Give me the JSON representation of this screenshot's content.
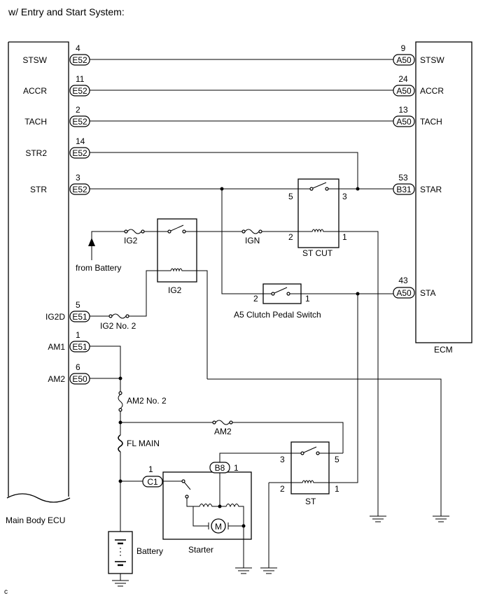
{
  "header": "w/ Entry and Start System:",
  "corner_mark": "c",
  "components": {
    "main_body_ecu": "Main Body ECU",
    "ecm": "ECM",
    "st_cut": "ST CUT",
    "ig2_relay": "IG2",
    "clutch_switch": "A5 Clutch Pedal Switch",
    "st_relay": "ST",
    "starter": "Starter",
    "battery": "Battery",
    "from_battery": "from Battery"
  },
  "fuses": {
    "ig2": "IG2",
    "ign": "IGN",
    "ig2_no2": "IG2 No. 2",
    "am2_no2": "AM2 No. 2",
    "am2": "AM2",
    "fl_main": "FL MAIN"
  },
  "ecu_terminals": [
    {
      "name": "STSW",
      "pin": "4",
      "conn": "E52"
    },
    {
      "name": "ACCR",
      "pin": "11",
      "conn": "E52"
    },
    {
      "name": "TACH",
      "pin": "2",
      "conn": "E52"
    },
    {
      "name": "STR2",
      "pin": "14",
      "conn": "E52"
    },
    {
      "name": "STR",
      "pin": "3",
      "conn": "E52"
    },
    {
      "name": "IG2D",
      "pin": "5",
      "conn": "E51"
    },
    {
      "name": "AM1",
      "pin": "1",
      "conn": "E51"
    },
    {
      "name": "AM2",
      "pin": "6",
      "conn": "E50"
    }
  ],
  "ecm_terminals": [
    {
      "name": "STSW",
      "pin": "9",
      "conn": "A50"
    },
    {
      "name": "ACCR",
      "pin": "24",
      "conn": "A50"
    },
    {
      "name": "TACH",
      "pin": "13",
      "conn": "A50"
    },
    {
      "name": "STAR",
      "pin": "53",
      "conn": "B31"
    },
    {
      "name": "STA",
      "pin": "43",
      "conn": "A50"
    }
  ],
  "pins": {
    "stcut_5": "5",
    "stcut_3": "3",
    "stcut_2": "2",
    "stcut_1": "1",
    "clutch_2": "2",
    "clutch_1": "1",
    "st_3": "3",
    "st_5": "5",
    "st_2": "2",
    "st_1": "1",
    "c1_pin": "1",
    "c1_conn": "C1",
    "b8_conn": "B8",
    "b8_pin": "1"
  }
}
